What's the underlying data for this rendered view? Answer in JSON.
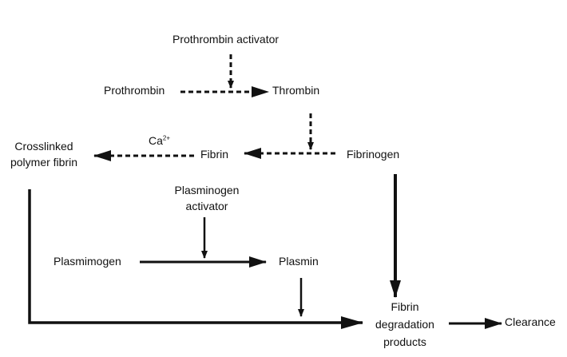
{
  "nodes": {
    "prothrombin_activator": "Prothrombin activator",
    "prothrombin": "Prothrombin",
    "thrombin": "Thrombin",
    "crosslinked_line1": "Crosslinked",
    "crosslinked_line2": "polymer fibrin",
    "calcium": "Ca",
    "calcium_charge": "2+",
    "fibrin": "Fibrin",
    "fibrinogen": "Fibrinogen",
    "plasminogen_activator_line1": "Plasminogen",
    "plasminogen_activator_line2": "activator",
    "plasmimogen": "Plasmimogen",
    "plasmin": "Plasmin",
    "fdp_line1": "Fibrin",
    "fdp_line2": "degradation",
    "fdp_line3": "products",
    "clearance": "Clearance"
  },
  "colors": {
    "ink": "#111111",
    "background": "#ffffff"
  }
}
